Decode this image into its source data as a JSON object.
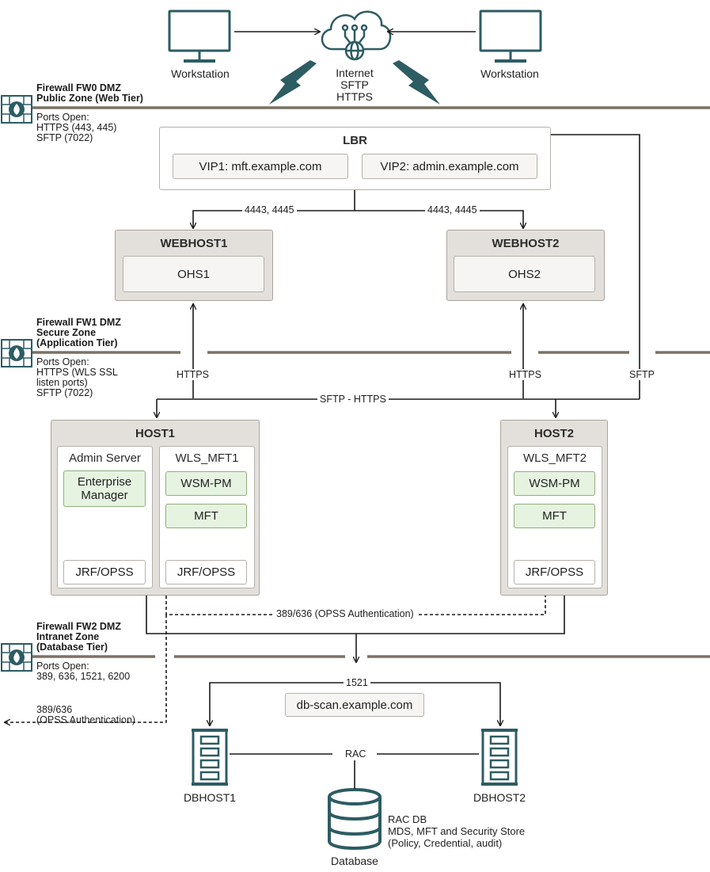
{
  "nodes": {
    "workstation_left": "Workstation",
    "workstation_right": "Workstation",
    "internet": [
      "Internet",
      "SFTP",
      "HTTPS"
    ],
    "lbr": "LBR",
    "vip1": "VIP1: mft.example.com",
    "vip2": "VIP2: admin.example.com",
    "webhost1": "WEBHOST1",
    "webhost2": "WEBHOST2",
    "ohs1": "OHS1",
    "ohs2": "OHS2",
    "host1": "HOST1",
    "host2": "HOST2",
    "admin_server": "Admin Server",
    "enterprise_manager": [
      "Enterprise",
      "Manager"
    ],
    "wls_mft1": "WLS_MFT1",
    "wls_mft2": "WLS_MFT2",
    "wsm_pm": "WSM-PM",
    "mft": "MFT",
    "jrf_opss": "JRF/OPSS",
    "db_scan": "db-scan.example.com",
    "dbhost1": "DBHOST1",
    "dbhost2": "DBHOST2",
    "database": "Database",
    "rac_db": [
      "RAC DB",
      "MDS, MFT and Security Store",
      "(Policy, Credential, audit)"
    ]
  },
  "firewalls": [
    {
      "title": [
        "Firewall FW0 DMZ",
        "Public Zone (Web Tier)"
      ],
      "ports": [
        "Ports Open:",
        "HTTPS (443, 445)",
        "SFTP (7022)"
      ]
    },
    {
      "title": [
        "Firewall FW1 DMZ",
        "Secure Zone",
        "(Application Tier)"
      ],
      "ports": [
        "Ports Open:",
        "HTTPS (WLS SSL",
        "listen ports)",
        "SFTP (7022)"
      ]
    },
    {
      "title": [
        "Firewall FW2 DMZ",
        "Intranet Zone",
        "(Database Tier)"
      ],
      "ports": [
        "Ports Open:",
        "389, 636, 1521, 6200"
      ]
    }
  ],
  "connections": {
    "lbr_to_web_left": "4443, 4445",
    "lbr_to_web_right": "4443, 4445",
    "https_left": "HTTPS",
    "https_right": "HTTPS",
    "sftp": "SFTP",
    "sftp_https": "SFTP - HTTPS",
    "opss_auth": "389/636 (OPSS Authentication)",
    "port_1521": "1521",
    "rac": "RAC",
    "external_opss": [
      "389/636",
      "(OPSS Authentication)"
    ]
  },
  "colors": {
    "icon_teal": "#2d5c63",
    "zone_line": "#7a7264",
    "box_outer": "#e3e0dc",
    "box_green": "#e6f3e1"
  }
}
